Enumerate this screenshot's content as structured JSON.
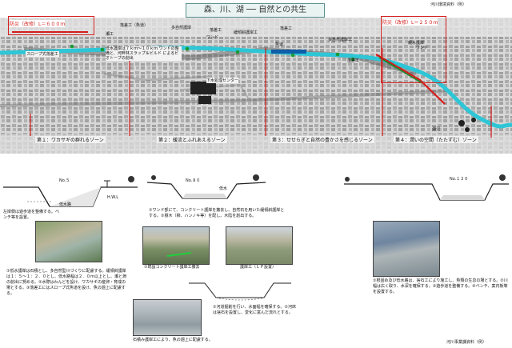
{
  "header": {
    "title": "森、川、湖 ── 自然との共生",
    "corner": "河川環境資料（例）"
  },
  "map": {
    "left_red_label": "防災（改修）L＝６００ｍ",
    "right_red_label": "防災（改修）L＝２５０ｍ",
    "site_labels": [
      "落差工（魚道）",
      "瀬工",
      "多自然護岸",
      "落差工",
      "ワンド",
      "緩傾斜護岸工",
      "落差工",
      "魚道",
      "多自然護岸工",
      "落差工",
      "親水護岸",
      "ワンド",
      "湖沼"
    ],
    "left_callout": "スロープ式落差工",
    "center_note": "低水護岸は７ｋｍ～１０ｋｍ ワンドの整備と、河畔林スラップ＆ビルド によるビオトープの創出",
    "building_label": "下水処理センター",
    "zones": [
      "第１：ワカサギの群れるゾーン",
      "第２：緩流とふれあえるゾーン",
      "第３：せせらぎと自然の豊かさを感じるゾーン",
      "第４：潤いの空間（たたずむ）ゾーン"
    ]
  },
  "sections": {
    "s1": {
      "no": "No.５",
      "water": "低水路",
      "right": "H.W.L"
    },
    "s2": {
      "no": "No.８０",
      "water": "低水"
    },
    "s3": {
      "no": "No.１２０"
    }
  },
  "captions": {
    "left_note": "左岸側は遊歩道を整備する。ベンチ等を設置。",
    "c1": "①低水護岸は石積とし、多自然型川づくりに配慮する。緩傾斜護岸は１：５～１：２．０とし、低水路幅は２．０ｍ以上とし、瀬と淵の創出に努める。②水際はわんどを設け、ワカサギの産卵・育成の場とする。③落差工にはスロープ式魚道を設け、魚の遡上に配慮する。",
    "c2": "①ワンド部にて、コンクリート護岸を撤去し、自然石を用いた緩傾斜護岸とする。②樹木（柳、ハンノキ等）を配し、木陰を創出する。",
    "c3": "①根固め及び低水路は、捨石工により施工し、魚類の生息の場とする。②川幅は広く取り、水深を確保する。③遊歩道を整備する。④ベンチ、案内板等を設置する。",
    "c4": "①既設コンクリート護岸工を撤去",
    "c5": "①河道掘削を行い、水面幅を確保する。②河床は捨石を設置し、変化に富んだ流れとする。",
    "c6": "石積み護岸工により、魚の遡上に配慮する。",
    "photo_mid1": "①既設コンクリート護岸工撤去",
    "photo_mid2": "護岸工（ＬＰ設置）"
  },
  "footer": "河川事業課資料（例）"
}
